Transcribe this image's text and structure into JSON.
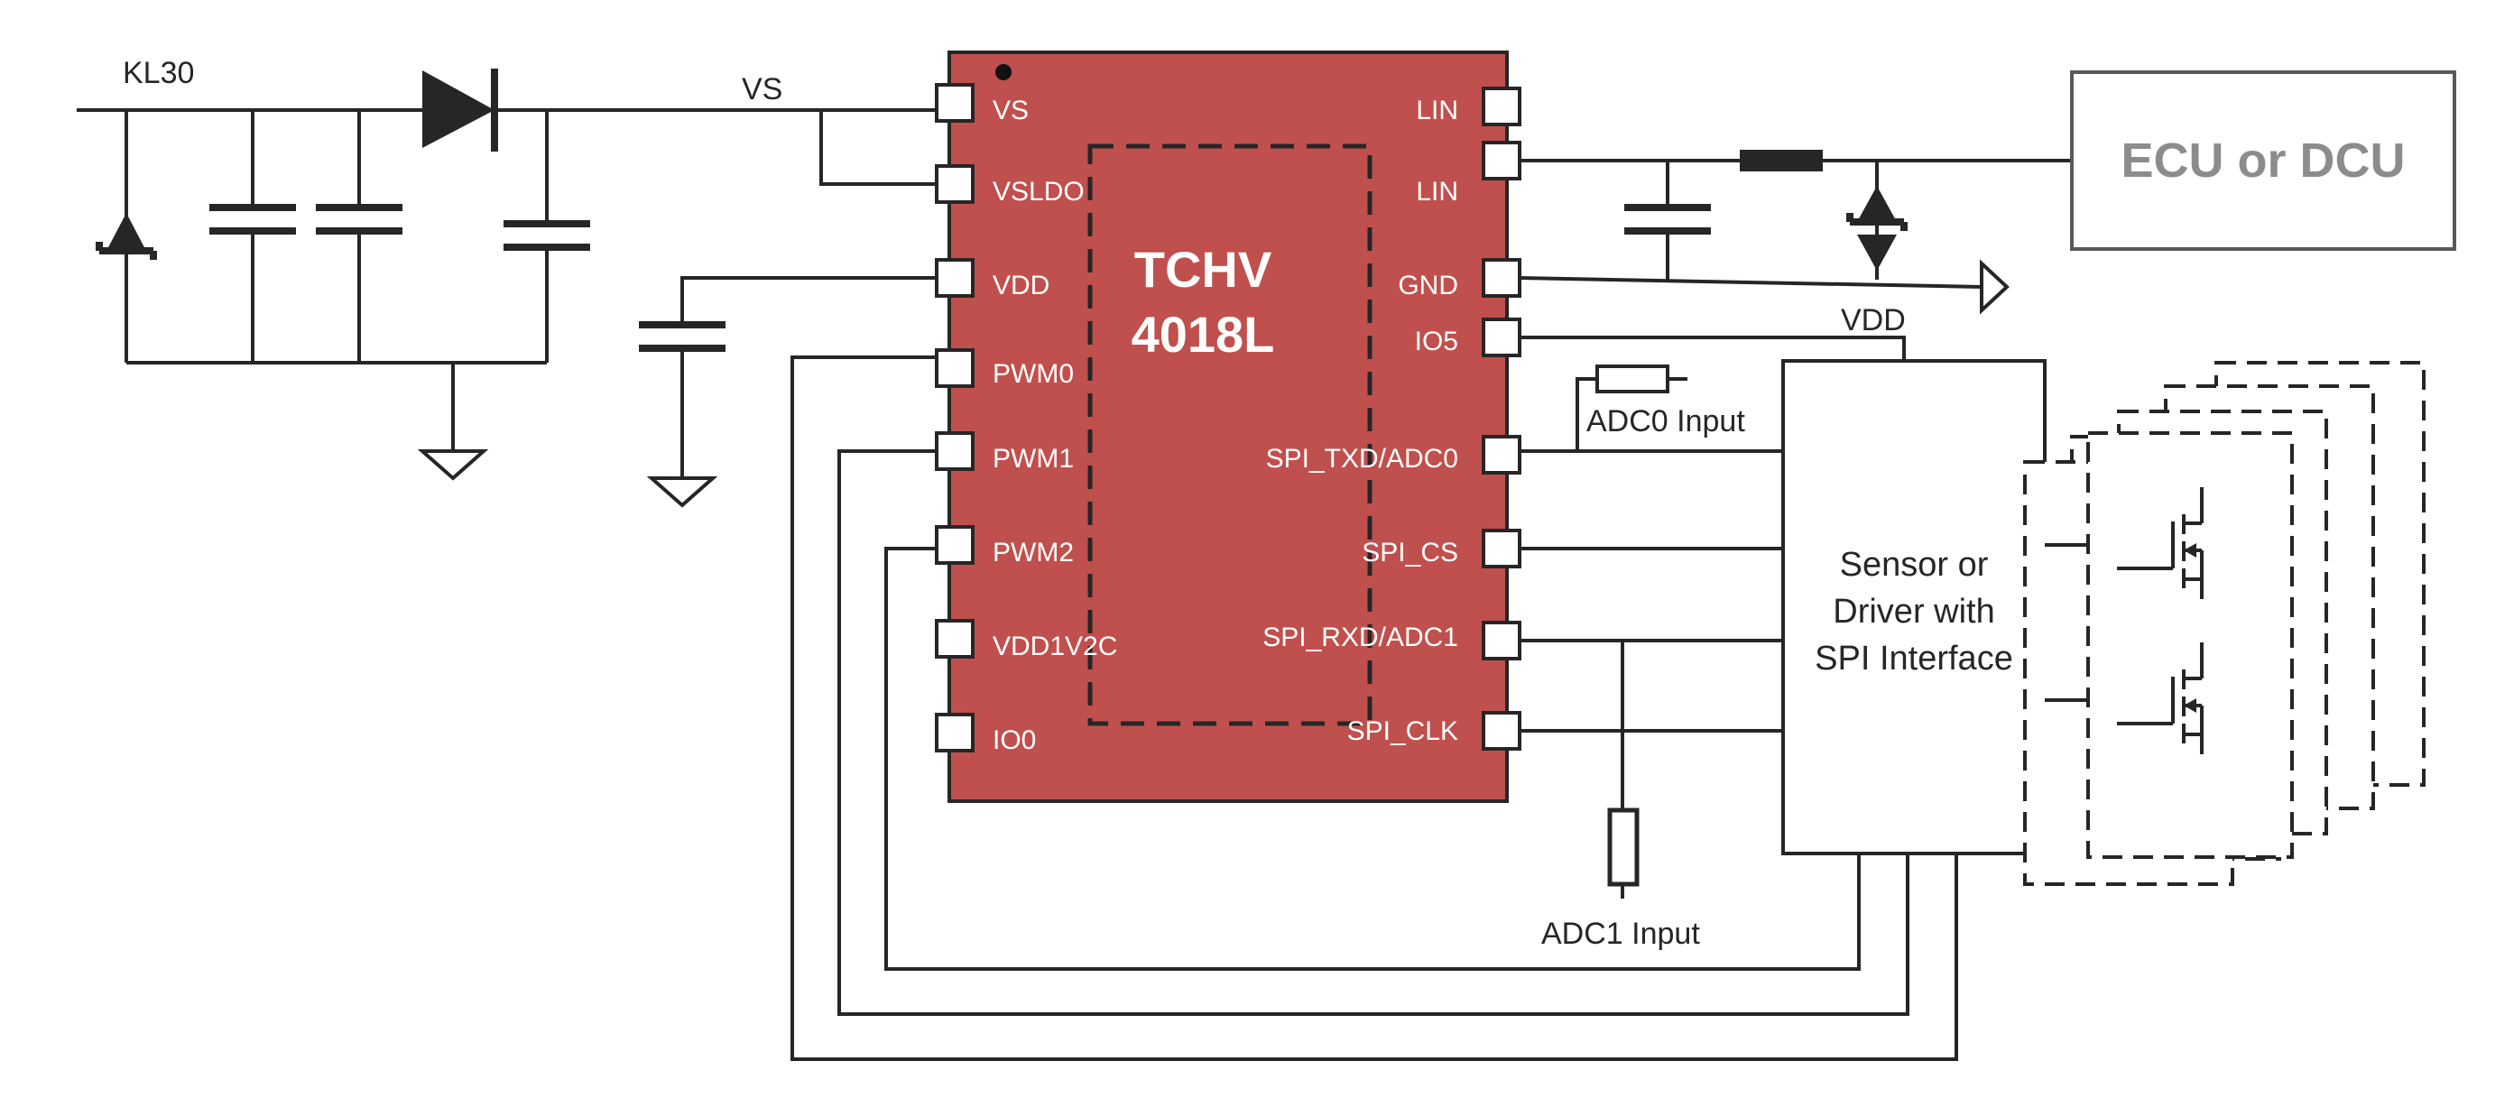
{
  "chip": {
    "title_line1": "TCHV",
    "title_line2": "4018L",
    "color": "#c0504d",
    "left_pins": [
      "VS",
      "VSLDO",
      "VDD",
      "PWM0",
      "PWM1",
      "PWM2",
      "VDD1V2C",
      "IO0"
    ],
    "right_pins": [
      "LIN",
      "LIN",
      "GND",
      "IO5",
      "SPI_TXD/ADC0",
      "SPI_CS",
      "SPI_RXD/ADC1",
      "SPI_CLK"
    ]
  },
  "labels": {
    "kl30": "KL30",
    "vs": "VS",
    "vdd": "VDD",
    "adc0": "ADC0 Input",
    "adc1": "ADC1 Input"
  },
  "ecu": {
    "label": "ECU or DCU"
  },
  "sensor": {
    "line1": "Sensor or",
    "line2": "Driver with",
    "line3": "SPI Interface"
  }
}
